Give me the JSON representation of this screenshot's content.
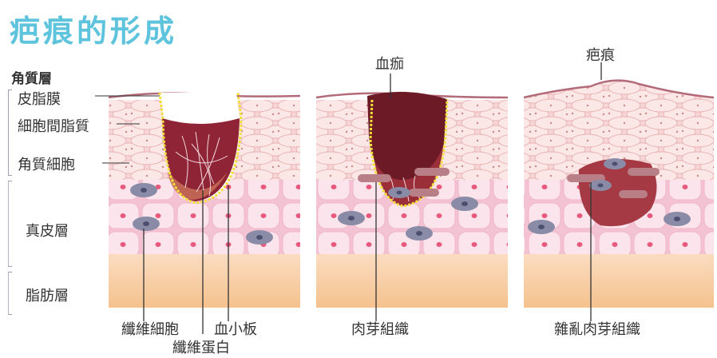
{
  "title": "疤痕的形成",
  "layers": {
    "stratum_corneum": "角質層",
    "sebum_film": "皮脂膜",
    "intercellular_lipids": "細胞間脂質",
    "keratinocytes": "角質細胞",
    "dermis": "真皮層",
    "fat_layer": "脂肪層"
  },
  "panel1": {
    "fibroblast": "纖維細胞",
    "platelet": "血小板",
    "fibrin": "纖維蛋白"
  },
  "panel2": {
    "blood_clot": "血痂",
    "granulation": "肉芽組織"
  },
  "panel3": {
    "scar": "疤痕",
    "disordered_granulation": "雜亂肉芽組織"
  },
  "colors": {
    "title": "#5ec3dc",
    "wound": "#8e2436",
    "clot": "#6b1a26",
    "fat": "#f8d2a8",
    "dermis": "#f7d1dc",
    "epidermis": "#f9dede"
  }
}
